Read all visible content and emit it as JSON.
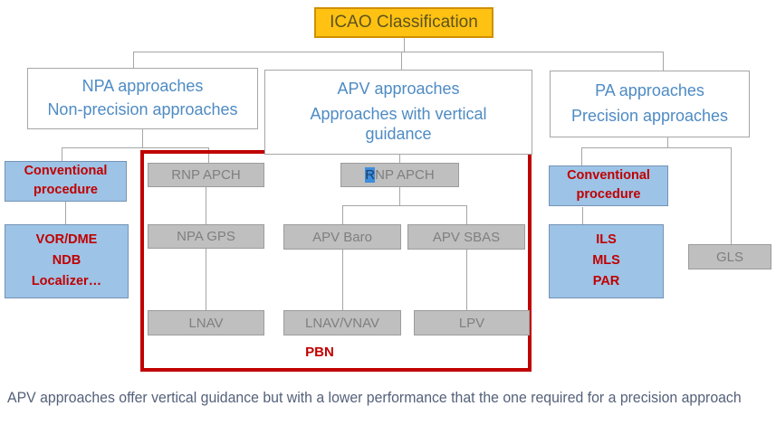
{
  "title": "ICAO Classification",
  "categories": {
    "npa": {
      "line1": "NPA approaches",
      "line2": "Non-precision approaches"
    },
    "apv": {
      "line1": "APV approaches",
      "line2": "Approaches with vertical guidance"
    },
    "pa": {
      "line1": "PA approaches",
      "line2": "Precision approaches"
    }
  },
  "nodes": {
    "conventional_left": {
      "line1": "Conventional",
      "line2": "procedure"
    },
    "rnp_apch_left": "RNP APCH",
    "vor_dme": "VOR/DME",
    "ndb": "NDB",
    "localizer": "Localizer…",
    "npa_gps": "NPA GPS",
    "lnav": "LNAV",
    "rnp_apch_mid": {
      "selected": "R",
      "rest": "NP APCH"
    },
    "apv_baro": "APV Baro",
    "apv_sbas": "APV SBAS",
    "lnav_vnav": "LNAV/VNAV",
    "lpv": "LPV",
    "conventional_right": {
      "line1": "Conventional",
      "line2": "procedure"
    },
    "ils": "ILS",
    "mls": "MLS",
    "par": "PAR",
    "gls": "GLS"
  },
  "pbn_label": "PBN",
  "footnote": "APV approaches offer vertical guidance but with a lower performance that the one required for a precision approach",
  "colors": {
    "title_fill": "#FFC213",
    "title_border": "#CF9000",
    "title_text": "#5C531D",
    "category_text_blue": "#4E8BC4",
    "blue_box_fill": "#9DC3E6",
    "blue_box_border": "#7593B5",
    "red_text": "#C00000",
    "gray_box_fill": "#BFBFBF",
    "gray_box_border": "#9C9C9C",
    "gray_box_text": "#7F7F7F",
    "connector_line": "#A6A6A6",
    "highlight_selection": "#3C8DDE",
    "footnote_text": "#55617A"
  }
}
